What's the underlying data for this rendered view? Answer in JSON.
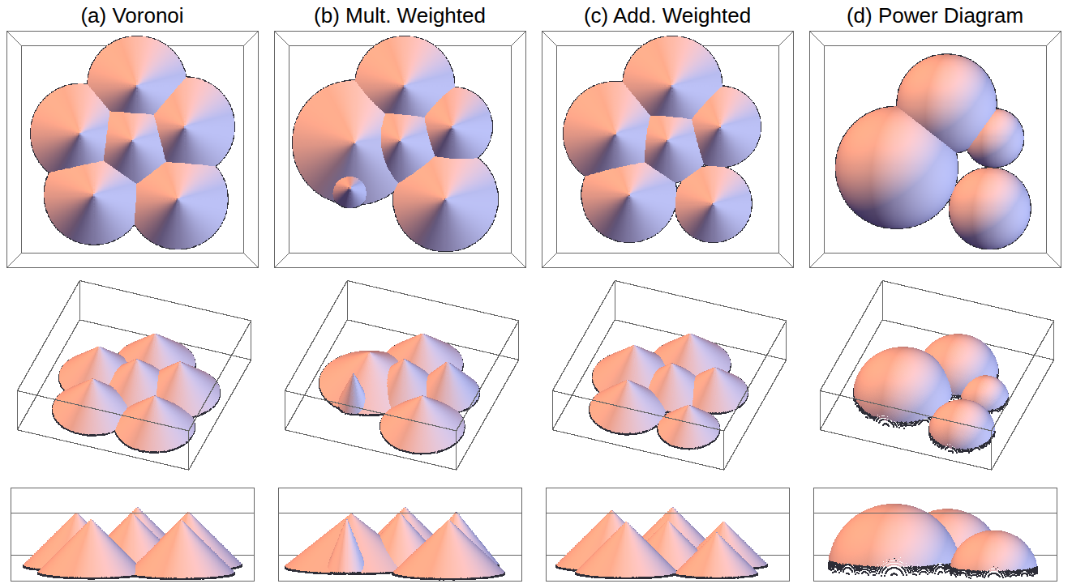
{
  "diagram": {
    "labels": [
      "(a) Voronoi",
      "(b) Mult. Weighted",
      "(c) Add. Weighted",
      "(d) Power Diagram"
    ]
  }
}
